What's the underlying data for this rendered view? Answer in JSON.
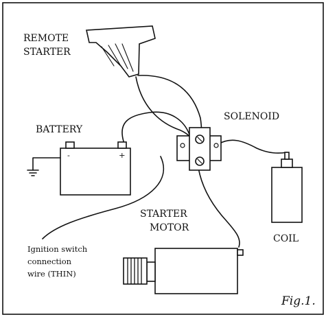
{
  "labels": {
    "remote_starter_line1": "REMOTE",
    "remote_starter_line2": "STARTER",
    "solenoid": "SOLENOID",
    "battery": "BATTERY",
    "battery_negative": "-",
    "battery_positive": "+",
    "starter_motor_line1": "STARTER",
    "starter_motor_line2": "MOTOR",
    "coil": "COIL",
    "ignition_line1": "Ignition switch",
    "ignition_line2": "connection",
    "ignition_line3": "wire (THIN)",
    "figure": "Fig.1."
  }
}
